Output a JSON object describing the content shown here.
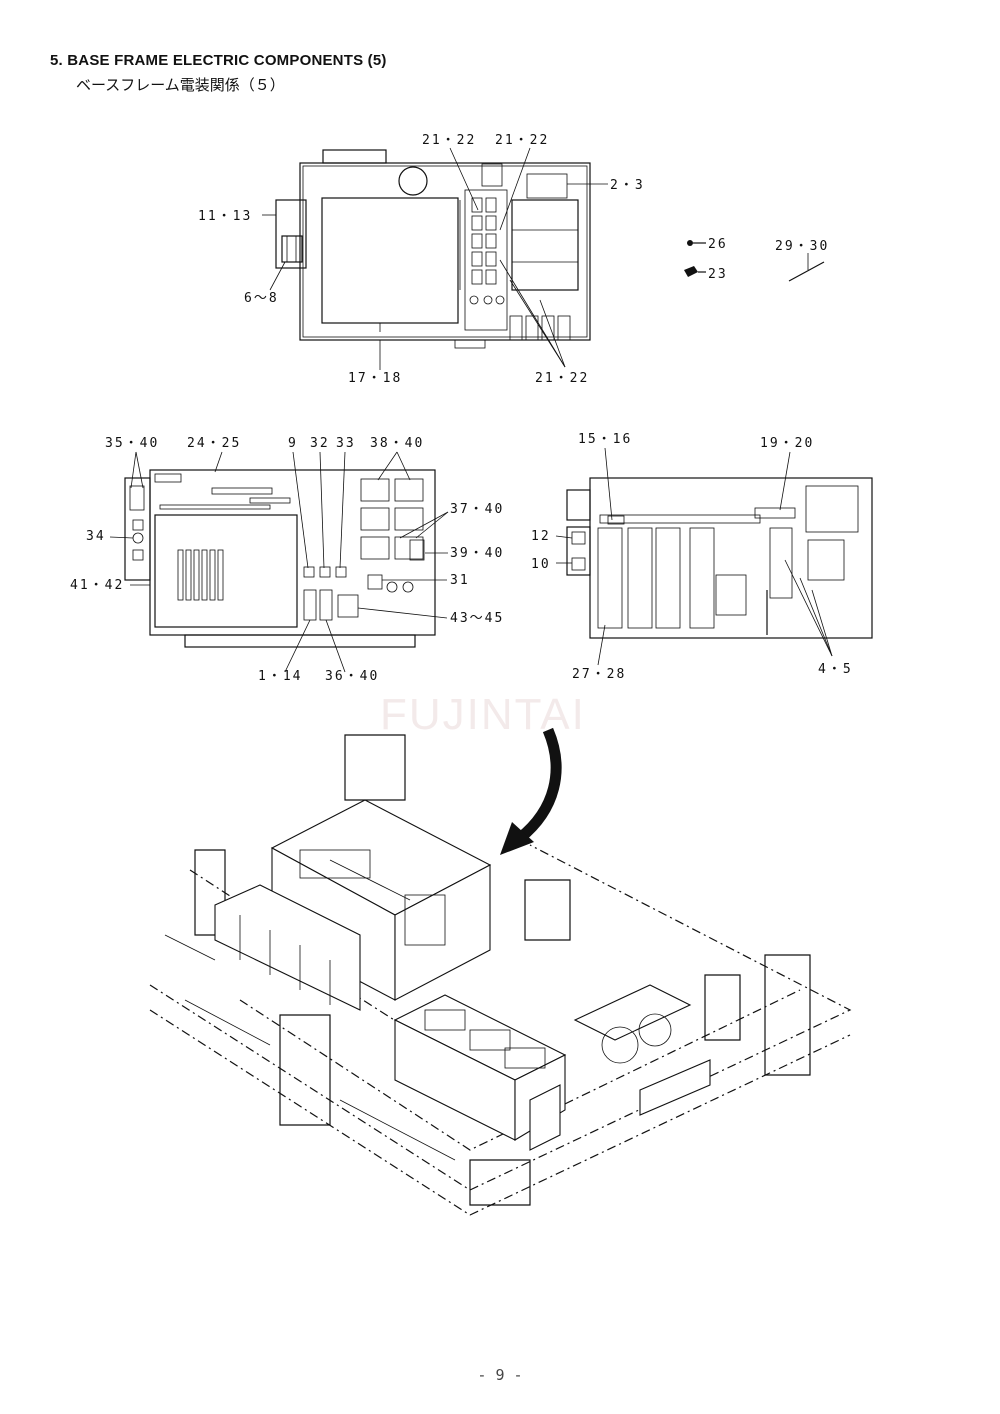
{
  "header": {
    "title": "5.  BASE FRAME ELECTRIC COMPONENTS (5)",
    "subtitle": "ベースフレーム電装関係（５）"
  },
  "watermark": "FUJINTAI",
  "page_number": "- 9 -",
  "callouts": {
    "top_view": [
      "21・22",
      "21・22",
      "2・3",
      "11・13",
      "6～8",
      "17・18",
      "21・22"
    ],
    "loose_parts": [
      "26",
      "23",
      "29・30"
    ],
    "left_panel": [
      "35・40",
      "24・25",
      "9",
      "32",
      "33",
      "38・40",
      "37・40",
      "34",
      "39・40",
      "41・42",
      "31",
      "43～45",
      "1・14",
      "36・40"
    ],
    "right_panel": [
      "15・16",
      "19・20",
      "12",
      "10",
      "27・28",
      "4・5"
    ]
  }
}
